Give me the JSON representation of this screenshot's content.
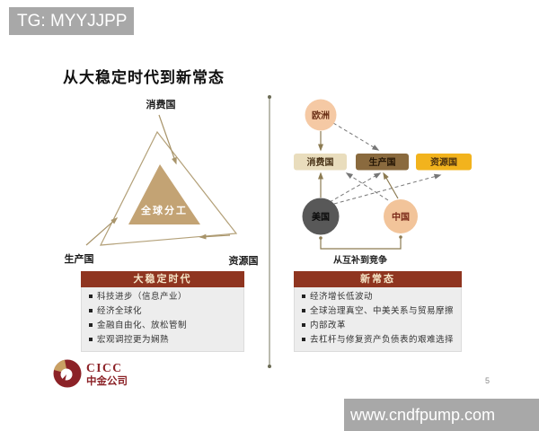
{
  "banner": {
    "text": "TG: MYYJJPP"
  },
  "slide": {
    "title": "从大稳定时代到新常态",
    "page_number": "5"
  },
  "triangle_diagram": {
    "top": "消费国",
    "bottom_left": "生产国",
    "bottom_right": "资源国",
    "center": "全球分工"
  },
  "network_diagram": {
    "europe": "欧洲",
    "consumer": "消费国",
    "producer": "生产国",
    "resource": "资源国",
    "usa": "美国",
    "china": "中国",
    "caption": "从互补到竞争"
  },
  "panels": [
    {
      "title": "大稳定时代",
      "bullets": [
        "科技进步（信息产业）",
        "经济全球化",
        "金融自由化、放松管制",
        "宏观调控更为娴熟"
      ]
    },
    {
      "title": "新常态",
      "bullets": [
        "经济增长低波动",
        "全球治理真空、中美关系与贸易摩擦",
        "内部改革",
        "去杠杆与修复资产负债表的艰难选择"
      ]
    }
  ],
  "logo": {
    "name": "CICC",
    "cn": "中金公司"
  },
  "watermark": {
    "url_text": "www.cndfpump.com"
  },
  "colors": {
    "banner_gray": "#a8a8a8",
    "header_maroon": "#8f3520",
    "triangle_tan": "#c3a374",
    "producer_brown": "#8a6a3e",
    "resource_gold": "#f2b31d",
    "peach": "#f5c9a4",
    "usa_gray": "#585858",
    "logo_maroon": "#8c2227",
    "arrow_solid": "#8c7b52",
    "arrow_dashed": "#777777"
  }
}
